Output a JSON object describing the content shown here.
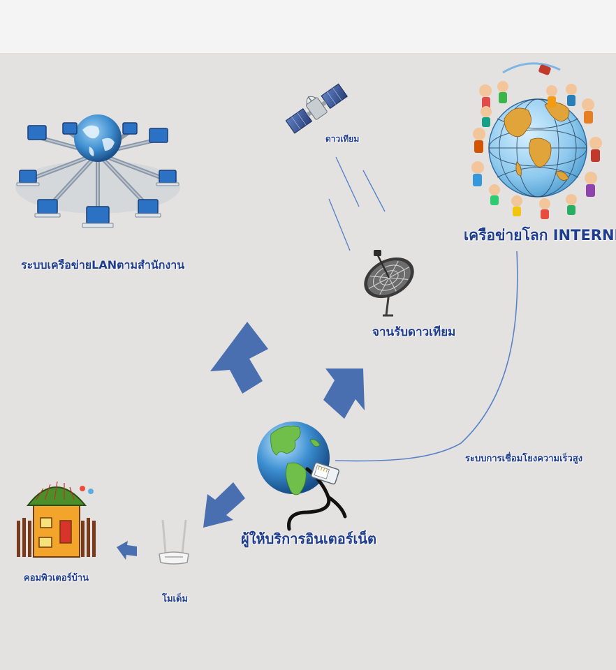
{
  "labels": {
    "lan": "ระบบเครือข่ายLANตามสำนักงาน",
    "satellite": "ดาวเทียม",
    "dish": "จานรับดาวเทียม",
    "internet": "เครือข่ายโลก INTERNET",
    "high_speed": "ระบบการเชื่อมโยงความเร็วสูง",
    "isp": "ผู้ให้บริการอินเตอร์เน็ต",
    "home": "คอมพิวเตอร์บ้าน",
    "modem": "โมเด็ม"
  },
  "icons": [
    "lan-network-icon",
    "satellite-icon",
    "satellite-dish-icon",
    "world-internet-icon",
    "isp-globe-icon",
    "modem-icon",
    "house-icon",
    "arrow-icon"
  ],
  "colors": {
    "background": "#e4e2e0",
    "arrow": "#4a6fb0",
    "label": "#1f3d8f",
    "link_line": "#5a82c8"
  }
}
